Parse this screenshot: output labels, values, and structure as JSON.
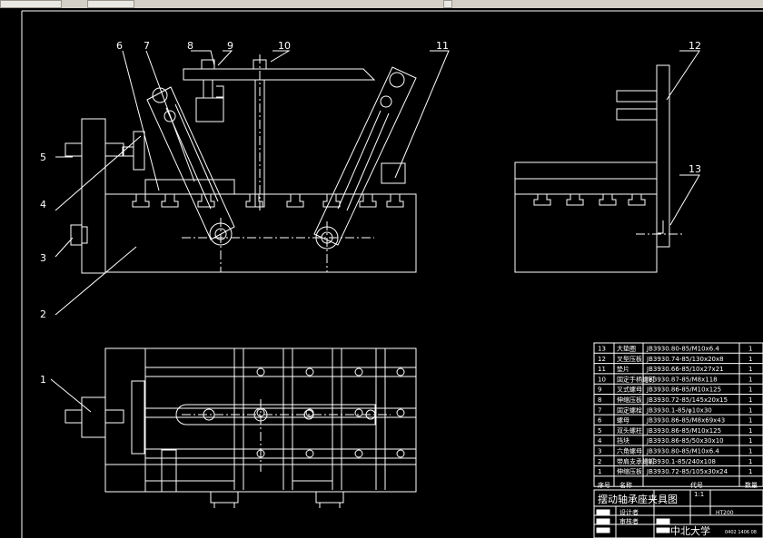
{
  "colors": {
    "background": "#000000",
    "lines": "#ffffff",
    "toolbar": "#d4d0c8"
  },
  "callouts": {
    "c1": "1",
    "c2": "2",
    "c3": "3",
    "c4": "4",
    "c5": "5",
    "c6": "6",
    "c7": "7",
    "c8": "8",
    "c9": "9",
    "c10": "10",
    "c11": "11",
    "c12": "12",
    "c13": "13"
  },
  "bom": {
    "rows": [
      {
        "no": "13",
        "name": "大垫圈",
        "code": "JB3930.80-85/M10x6.4",
        "qty": "1"
      },
      {
        "no": "12",
        "name": "叉型压板",
        "code": "JB3930.74-85/130x20x8",
        "qty": "1"
      },
      {
        "no": "11",
        "name": "垫片",
        "code": "JB3930.66-85/10x27x21",
        "qty": "1"
      },
      {
        "no": "10",
        "name": "固定手柄螺钉",
        "code": "JB3930.87-85/M8x118",
        "qty": "1"
      },
      {
        "no": "9",
        "name": "叉式螺母",
        "code": "JB3930.86-85/M10x125",
        "qty": "1"
      },
      {
        "no": "8",
        "name": "伸缩压板",
        "code": "JB3930.72-85/145x20x15",
        "qty": "1"
      },
      {
        "no": "7",
        "name": "固定螺栓",
        "code": "JB3930.1-85/φ10x30",
        "qty": "1"
      },
      {
        "no": "6",
        "name": "螺母",
        "code": "JB3930.86-85/M8x69x43",
        "qty": "1"
      },
      {
        "no": "5",
        "name": "双头螺柱",
        "code": "JB3930.86-85/M10x125",
        "qty": "1"
      },
      {
        "no": "4",
        "name": "挡块",
        "code": "JB3930.86-85/50x30x10",
        "qty": "1"
      },
      {
        "no": "3",
        "name": "六角螺母",
        "code": "JB3930.80-85/M10x6.4",
        "qty": "1"
      },
      {
        "no": "2",
        "name": "带肩支承螺钉",
        "code": "JB3930.1-85/240x108",
        "qty": "1"
      },
      {
        "no": "1",
        "name": "伸缩压板",
        "code": "JB3930.72-85/105x30x24",
        "qty": "1"
      }
    ],
    "header": {
      "no": "序号",
      "name": "名称",
      "code": "代号",
      "qty": "数量"
    }
  },
  "title_block": {
    "title": "摆动轴承座夹具图",
    "scale": "1:1",
    "material": "HT200",
    "designer_label": "设计者",
    "checker_label": "审核者",
    "school": "中北大学",
    "drawing_no": "0402 1406 08"
  }
}
